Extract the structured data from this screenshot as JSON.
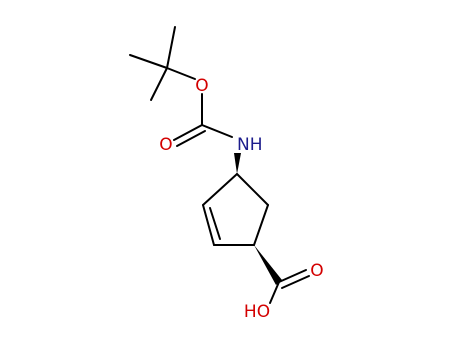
{
  "molecule": {
    "atoms": {
      "carbonyl_oxygen": {
        "label": "O",
        "color": "#d30000"
      },
      "ester_oxygen": {
        "label": "O",
        "color": "#d30000"
      },
      "amide_nitrogen": {
        "label": "NH",
        "color": "#1c1c8c"
      },
      "acid_oxygen": {
        "label": "O",
        "color": "#d30000"
      },
      "hydroxyl": {
        "label": "HO",
        "color": "#d30000"
      }
    },
    "bond_color": "#000000",
    "background": "#ffffff"
  }
}
